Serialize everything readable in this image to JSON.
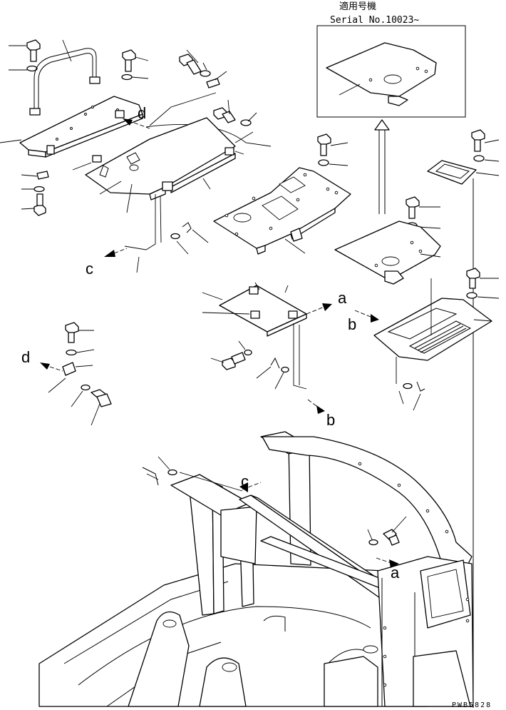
{
  "serial_note": {
    "applicable_label": "適用号機",
    "serial_text": "Serial No.10023~"
  },
  "callouts": {
    "a": "a",
    "b": "b",
    "c": "c",
    "d": "d"
  },
  "drawing_code": "PWB5828"
}
